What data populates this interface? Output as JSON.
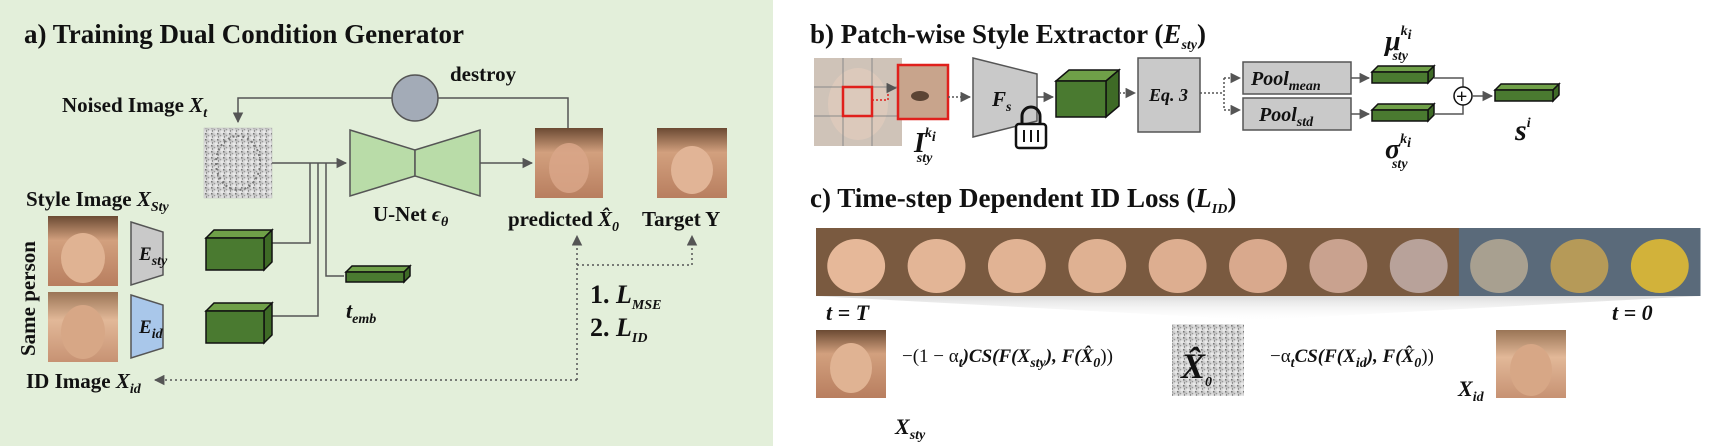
{
  "panel_a": {
    "title": "a) Training Dual Condition Generator",
    "noised_image_label": "Noised Image",
    "noised_image_var": "X",
    "noised_image_sub": "t",
    "destroy_label": "destroy",
    "unet_label": "U-Net",
    "unet_var": "ϵ",
    "unet_sub": "θ",
    "predicted_label": "predicted",
    "predicted_var": "X̂",
    "predicted_sub": "0",
    "target_label": "Target Y",
    "style_image_label": "Style Image",
    "style_image_var": "X",
    "style_image_sub": "Sty",
    "e_sty_var": "E",
    "e_sty_sub": "sty",
    "e_id_var": "E",
    "e_id_sub": "id",
    "t_emb_var": "t",
    "t_emb_sub": "emb",
    "same_person_label": "Same person",
    "id_image_label": "ID Image",
    "id_image_var": "X",
    "id_image_sub": "id",
    "loss1_prefix": "1.",
    "loss1_var": "L",
    "loss1_sub": "MSE",
    "loss2_prefix": "2.",
    "loss2_var": "L",
    "loss2_sub": "ID"
  },
  "panel_b": {
    "title": "b) Patch-wise Style Extractor",
    "title_var": "E",
    "title_sub": "sty",
    "patch_var": "I",
    "patch_sup": "k",
    "patch_sup_sub": "i",
    "patch_sub": "sty",
    "fs_var": "F",
    "fs_sub": "s",
    "eq_label": "Eq. 3",
    "pool_mean_var": "Pool",
    "pool_mean_sub": "mean",
    "pool_std_var": "Pool",
    "pool_std_sub": "std",
    "mu_var": "μ",
    "mu_sup": "k",
    "mu_sup_sub": "i",
    "mu_sub": "sty",
    "sigma_var": "σ",
    "sigma_sup": "k",
    "sigma_sup_sub": "i",
    "sigma_sub": "sty",
    "s_var": "s",
    "s_sup": "i",
    "plus_symbol": "+"
  },
  "panel_c": {
    "title": "c) Time-step Dependent ID Loss",
    "title_var": "L",
    "title_sub": "ID",
    "t_start": "t = T",
    "t_end": "t = 0",
    "left_formula": "−(1 − α",
    "left_formula_sub": "t",
    "left_formula_rest": ")CS(F(X",
    "left_formula_sty": "sty",
    "left_formula_tail": "), F(X̂",
    "left_formula_zero": "0",
    "left_formula_end": "))",
    "right_formula": "−α",
    "right_formula_sub": "t",
    "right_formula_rest": "CS(F(X",
    "right_formula_id": "id",
    "right_formula_tail": "), F(X̂",
    "right_formula_zero": "0",
    "right_formula_end": "))",
    "center_var": "X̂",
    "center_sub": "0",
    "x_sty_var": "X",
    "x_sty_sub": "sty",
    "x_id_var": "X",
    "x_id_sub": "id"
  },
  "colors": {
    "panel_a_bg": "#e3efda",
    "green_block": "#4a7a30",
    "unet_fill": "#b9dca8",
    "encoder_gray": "#c9c9c9",
    "encoder_blue": "#a9c7ea",
    "patch_highlight": "#e0201c"
  }
}
